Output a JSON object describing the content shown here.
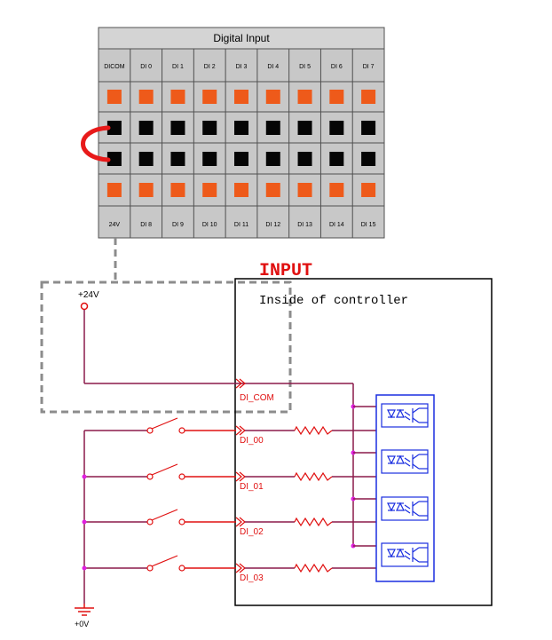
{
  "terminal_block": {
    "title": "Digital Input",
    "top_labels": [
      "DICOM",
      "DI 0",
      "DI 1",
      "DI 2",
      "DI 3",
      "DI 4",
      "DI 5",
      "DI 6",
      "DI 7"
    ],
    "bottom_labels": [
      "24V",
      "DI 8",
      "DI 9",
      "DI 10",
      "DI 11",
      "DI 12",
      "DI 13",
      "DI 14",
      "DI 15"
    ],
    "colors": {
      "body": "#c8c8c8",
      "header": "#d4d4d4",
      "terminal": "#ee5a1a",
      "pin": "#050505",
      "jumper": "#e81a1a"
    }
  },
  "schematic": {
    "section_title": "INPUT",
    "controller_label": "Inside of controller",
    "supply_label": "+24V",
    "ground_label": "+0V",
    "com_label": "DI_COM",
    "inputs": [
      "DI_00",
      "DI_01",
      "DI_02",
      "DI_03"
    ],
    "colors": {
      "wire": "#8b1a4a",
      "signal": "#e01010",
      "optocoupler": "#1a2ee0",
      "node": "#e020e0",
      "dashed": "#8c8c8c"
    }
  }
}
